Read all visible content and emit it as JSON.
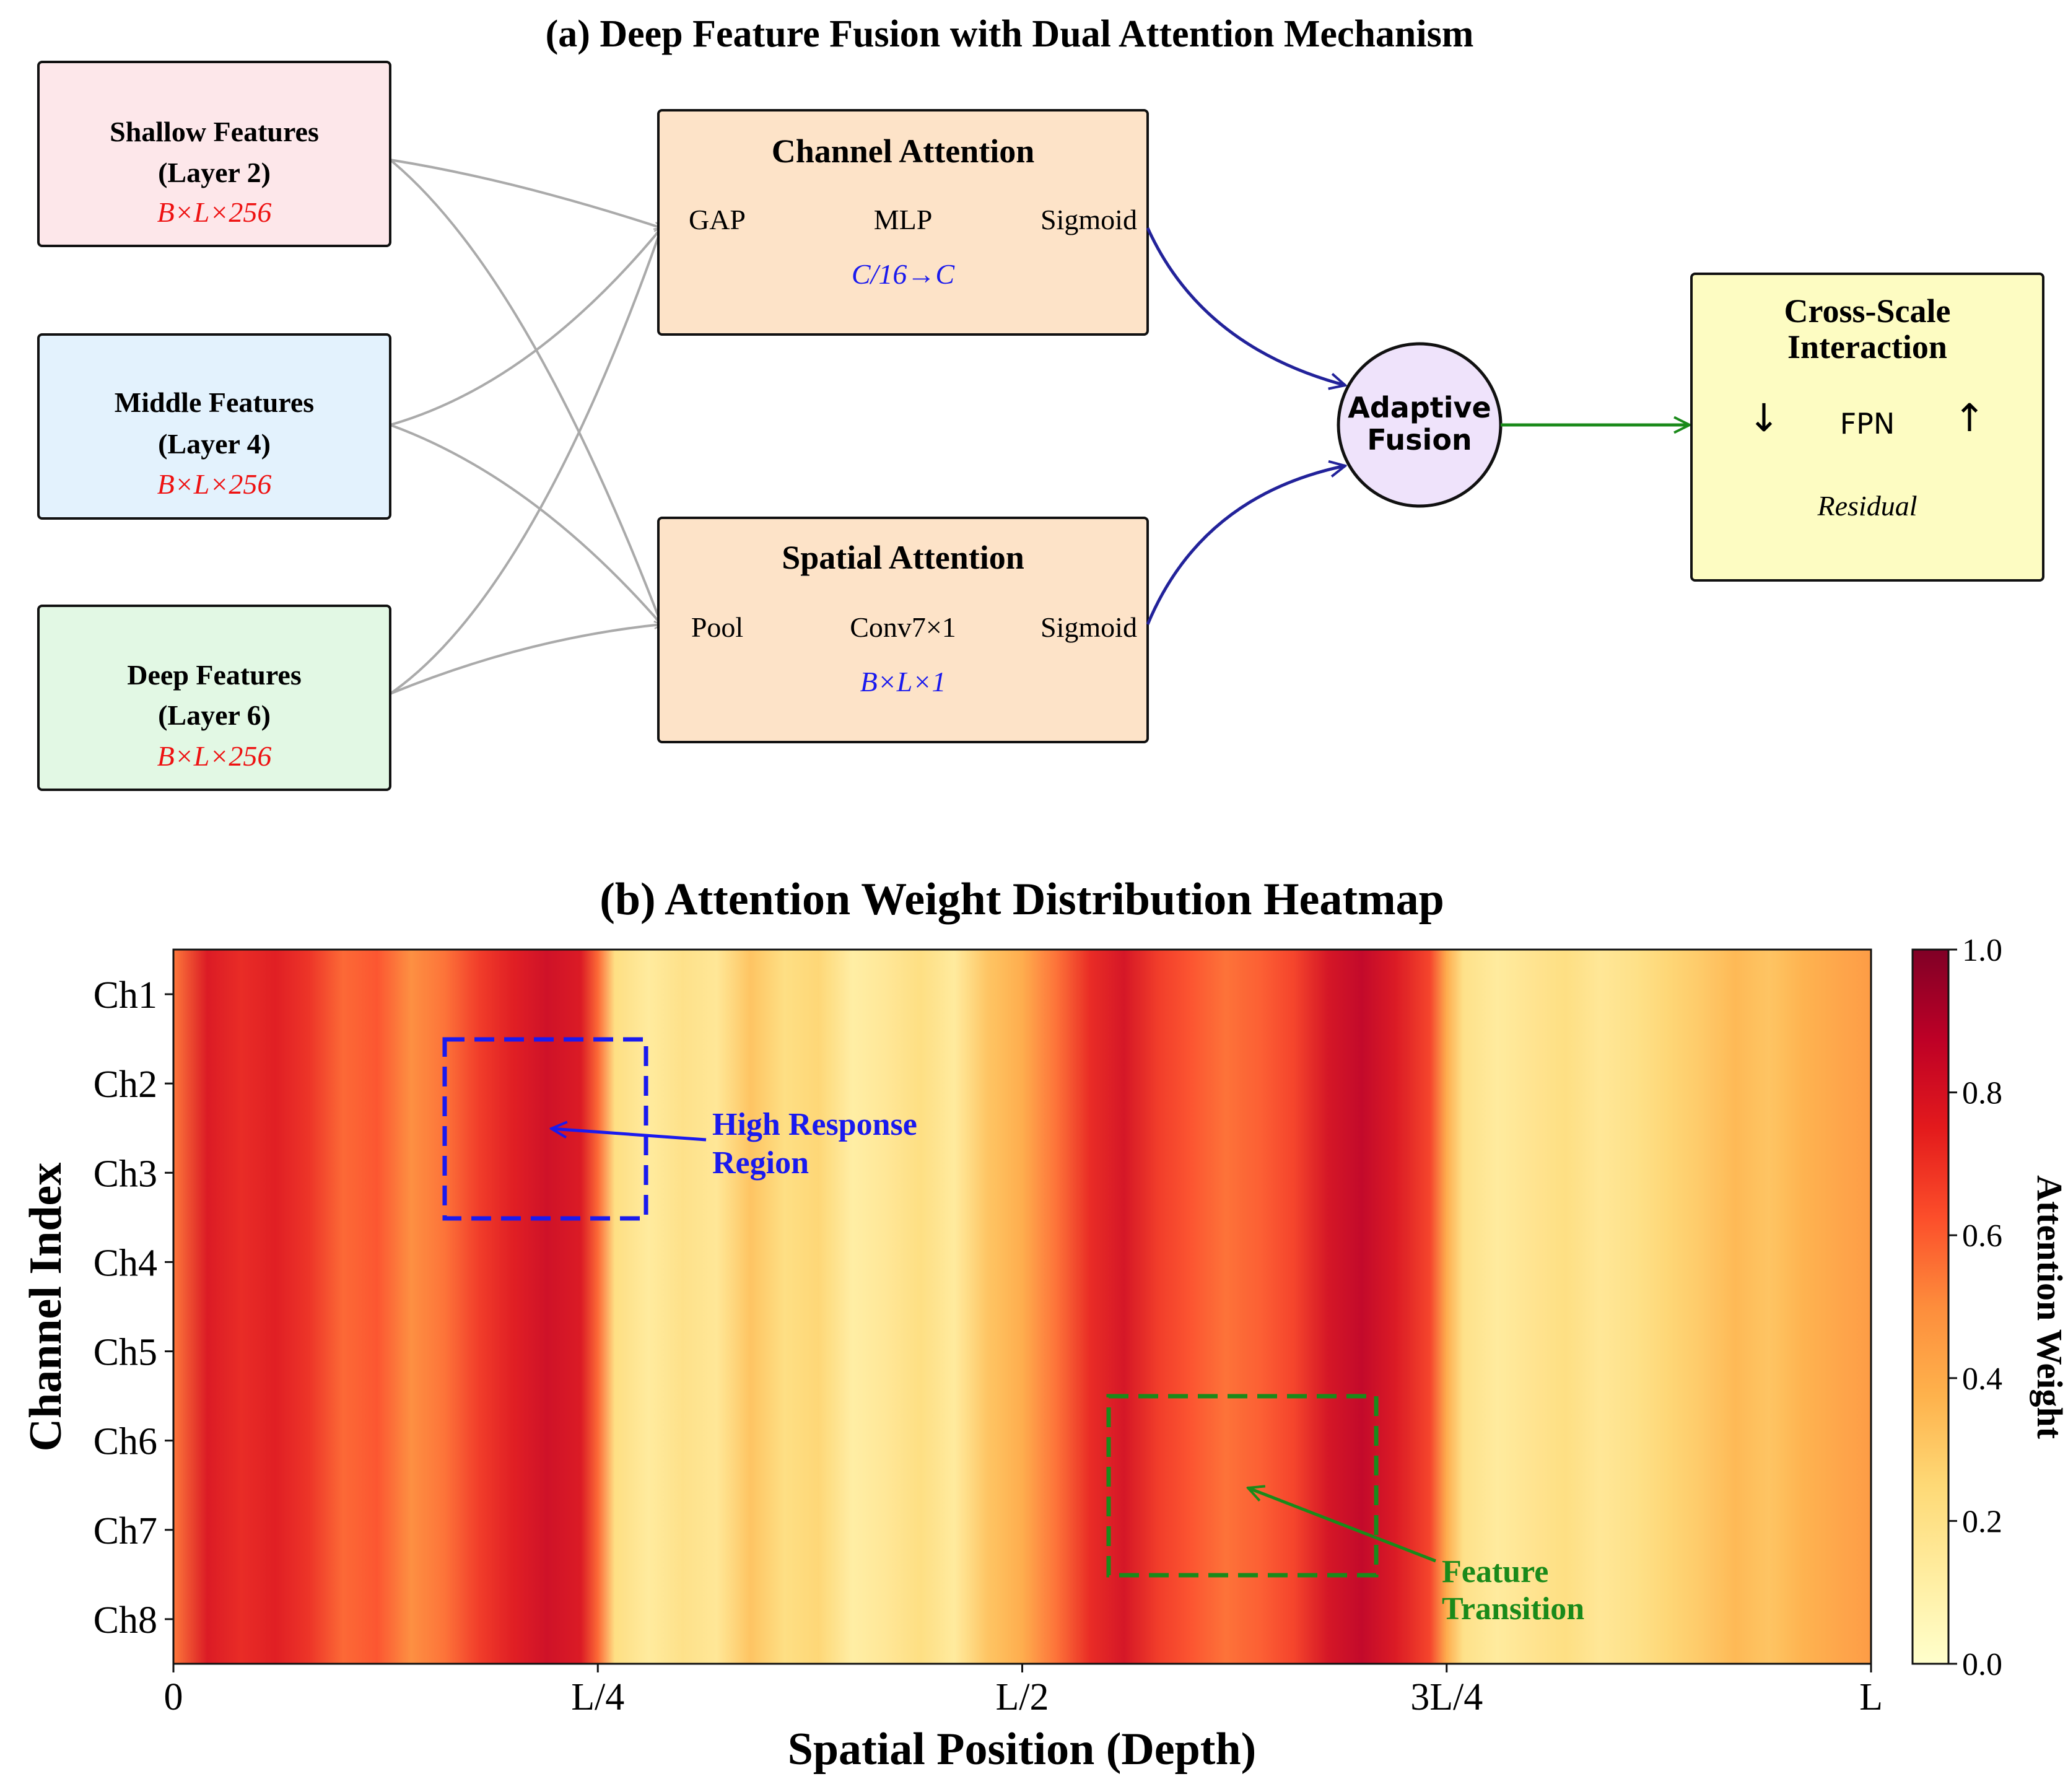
{
  "panel_a": {
    "title": "(a) Deep Feature Fusion with Dual Attention Mechanism",
    "inputs": [
      {
        "name": "Shallow Features",
        "layer": "(Layer 2)",
        "shape": "B×L×256",
        "fill": "#fde7ea"
      },
      {
        "name": "Middle Features",
        "layer": "(Layer 4)",
        "shape": "B×L×256",
        "fill": "#e3f2fd"
      },
      {
        "name": "Deep Features",
        "layer": "(Layer 6)",
        "shape": "B×L×256",
        "fill": "#e2f8e4"
      }
    ],
    "channel_attention": {
      "title": "Channel Attention",
      "steps": [
        "GAP",
        "MLP",
        "Sigmoid"
      ],
      "note": "C/16→C",
      "fill": "#fde3c8"
    },
    "spatial_attention": {
      "title": "Spatial Attention",
      "steps": [
        "Pool",
        "Conv7×1",
        "Sigmoid"
      ],
      "note": "B×L×1",
      "fill": "#fde3c8"
    },
    "fusion": {
      "line1": "Adaptive",
      "line2": "Fusion",
      "fill": "#efe3fb"
    },
    "cross_scale": {
      "line1": "Cross-Scale",
      "line2": "Interaction",
      "down": "↓",
      "label": "FPN",
      "up": "↑",
      "note": "Residual",
      "fill": "#fdfcc2"
    },
    "colors": {
      "shape_text": "#ee1111",
      "note_text": "#1a1aee",
      "input_arrows": "#aaaaaa",
      "attention_arrows": "#22229a",
      "output_arrow": "#1a8a1a"
    }
  },
  "panel_b": {
    "title": "(b) Attention Weight Distribution Heatmap",
    "colorbar_label": "Attention Weight",
    "annotations": {
      "high_response": {
        "text_line1": "High Response",
        "text_line2": "Region",
        "color": "#1a1aee"
      },
      "feature_transition": {
        "text_line1": "Feature",
        "text_line2": "Transition",
        "color": "#1a8a1a"
      }
    }
  },
  "chart_data": {
    "type": "heatmap",
    "title": "(b) Attention Weight Distribution Heatmap",
    "xlabel": "Spatial Position (Depth)",
    "ylabel": "Channel Index",
    "x_ticks": [
      "0",
      "L/4",
      "L/2",
      "3L/4",
      "L"
    ],
    "y_categories": [
      "Ch1",
      "Ch2",
      "Ch3",
      "Ch4",
      "Ch5",
      "Ch6",
      "Ch7",
      "Ch8"
    ],
    "colorbar": {
      "label": "Attention Weight",
      "range": [
        0.0,
        1.0
      ],
      "ticks": [
        "0.0",
        "0.2",
        "0.4",
        "0.6",
        "0.8",
        "1.0"
      ],
      "colormap": "YlOrRd"
    },
    "column_profile": {
      "positions": [
        0.0,
        0.02,
        0.04,
        0.06,
        0.08,
        0.1,
        0.12,
        0.14,
        0.16,
        0.18,
        0.2,
        0.22,
        0.24,
        0.25,
        0.26,
        0.28,
        0.3,
        0.32,
        0.34,
        0.36,
        0.38,
        0.4,
        0.42,
        0.44,
        0.46,
        0.48,
        0.5,
        0.52,
        0.54,
        0.56,
        0.58,
        0.6,
        0.62,
        0.64,
        0.66,
        0.68,
        0.7,
        0.72,
        0.74,
        0.75,
        0.76,
        0.78,
        0.8,
        0.82,
        0.84,
        0.86,
        0.88,
        0.9,
        0.92,
        0.94,
        0.96,
        0.98,
        1.0
      ],
      "values": [
        0.55,
        0.78,
        0.72,
        0.76,
        0.7,
        0.58,
        0.62,
        0.5,
        0.56,
        0.68,
        0.76,
        0.82,
        0.78,
        0.58,
        0.22,
        0.14,
        0.2,
        0.16,
        0.32,
        0.22,
        0.26,
        0.12,
        0.16,
        0.22,
        0.14,
        0.32,
        0.4,
        0.56,
        0.72,
        0.8,
        0.68,
        0.62,
        0.56,
        0.6,
        0.66,
        0.8,
        0.86,
        0.78,
        0.66,
        0.4,
        0.2,
        0.14,
        0.18,
        0.22,
        0.16,
        0.2,
        0.26,
        0.3,
        0.36,
        0.32,
        0.38,
        0.42,
        0.46
      ]
    }
  }
}
